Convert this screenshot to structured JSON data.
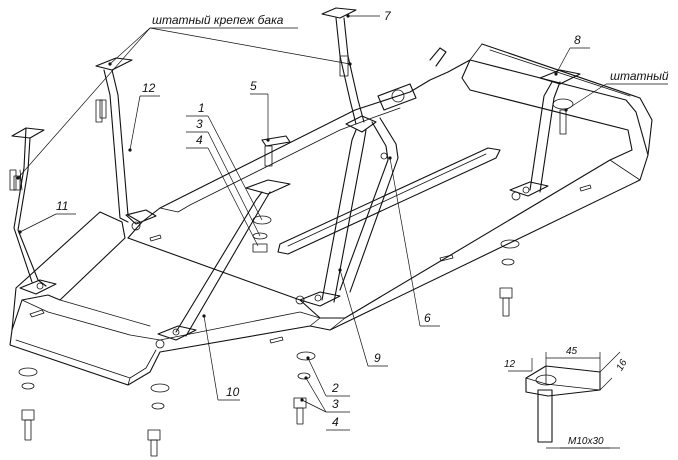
{
  "labels": {
    "tank_mount": "штатный крепеж бака",
    "stock": "штатный",
    "l1": "1",
    "l2": "2",
    "l3a": "3",
    "l4a": "4",
    "l3b": "3",
    "l4b": "4",
    "l5": "5",
    "l6": "6",
    "l7": "7",
    "l8": "8",
    "l9": "9",
    "l10": "10",
    "l11": "11",
    "l12": "12"
  },
  "dimensions": {
    "d12": "12",
    "d45": "45",
    "d16": "16",
    "bolt": "M10x30"
  }
}
